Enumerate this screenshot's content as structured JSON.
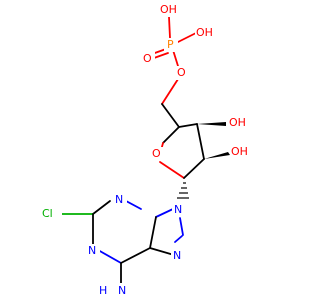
{
  "molecule": {
    "atom_colors": {
      "O": "#ff0000",
      "N": "#0000ff",
      "P": "#ff8000",
      "Cl": "#00b000",
      "C": "#000000"
    },
    "labels": {
      "phosphate_oh_top": "OH",
      "phosphate_oh_right": "OH",
      "phosphorus": "P",
      "phosphate_oxo": "O",
      "phosphate_ester_o": "O",
      "ring_oxygen": "O",
      "c3_oh": "OH",
      "c2_oh": "OH",
      "chlorine": "Cl",
      "n3": "N",
      "n9": "N",
      "n1": "N",
      "n7": "N",
      "amine_n": "N",
      "amine_h2": "H"
    }
  }
}
